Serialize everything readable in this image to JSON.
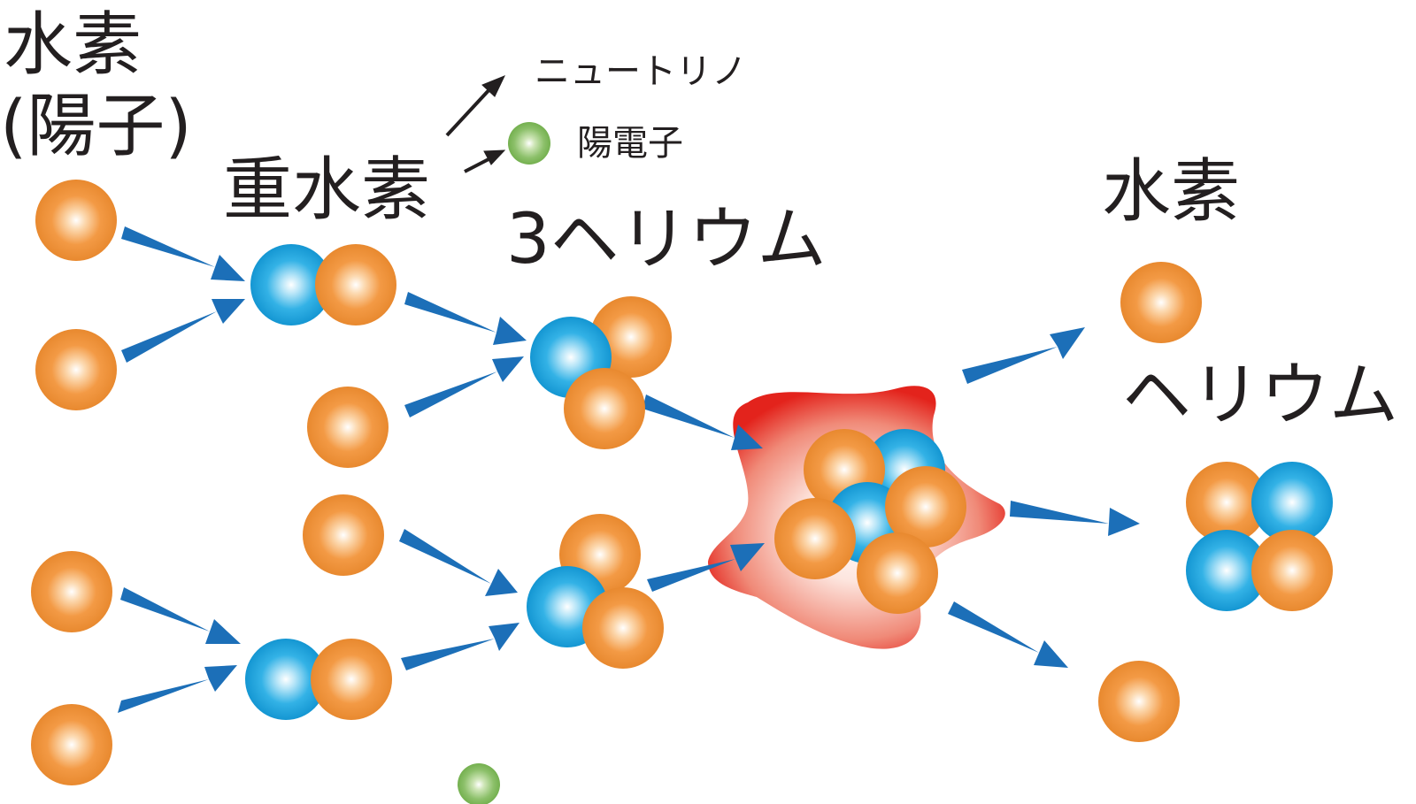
{
  "labels": {
    "hydrogen_proton_line1": "水素",
    "hydrogen_proton_line2": "(陽子)",
    "deuterium": "重水素",
    "neutrino": "ニュートリノ",
    "positron": "陽電子",
    "helium3": "3ヘリウム",
    "hydrogen_out": "水素",
    "helium": "ヘリウム"
  },
  "colors": {
    "proton": "#f0963c",
    "neutron": "#1ca3dc",
    "positron": "#8cc06a",
    "arrow": "#1c6fb8",
    "fusion_glow": "#e8322c",
    "text": "#231f20"
  }
}
